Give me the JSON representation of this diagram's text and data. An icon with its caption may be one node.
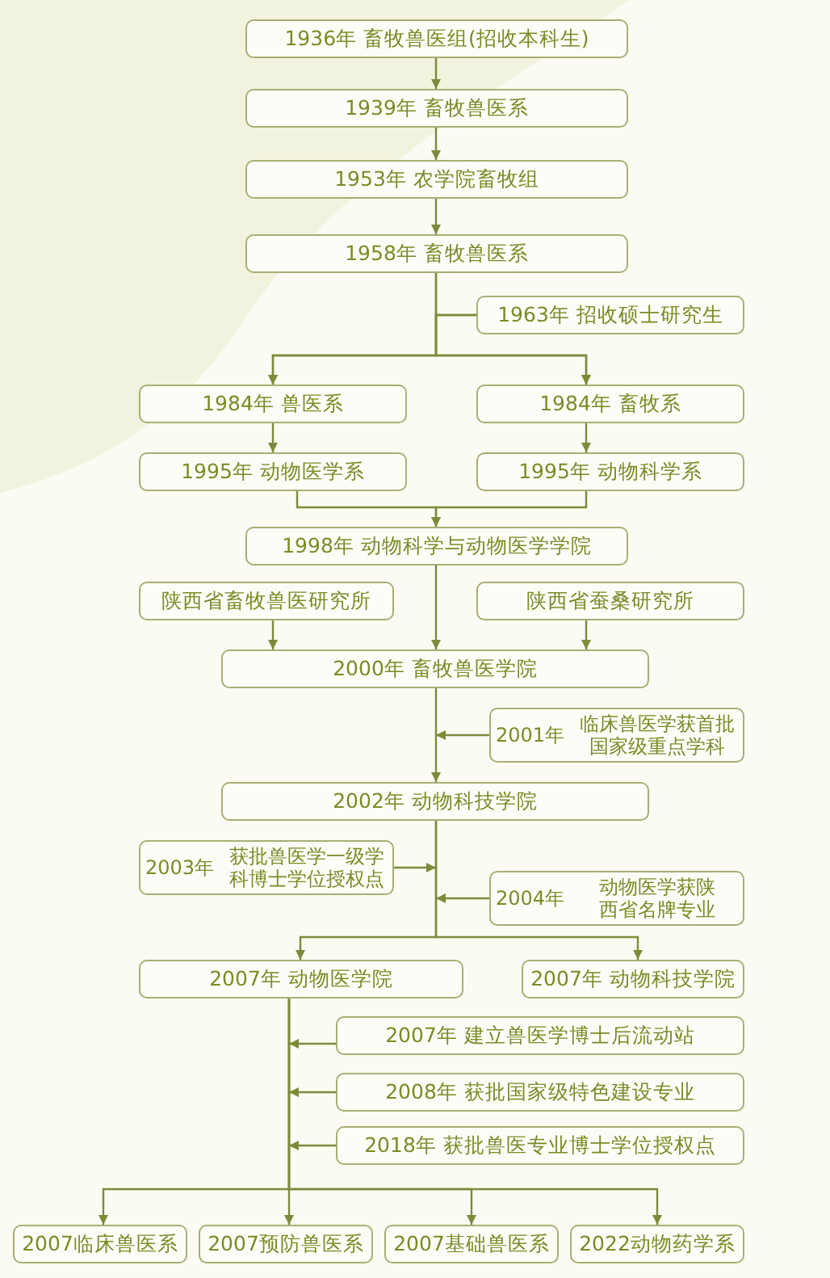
{
  "diagram": {
    "nodes": [
      {
        "text": [
          "1936年 畜牧兽医组(招收本科生)"
        ]
      },
      {
        "text": [
          "1939年 畜牧兽医系"
        ]
      },
      {
        "text": [
          "1953年 农学院畜牧组"
        ]
      },
      {
        "text": [
          "1958年 畜牧兽医系"
        ]
      },
      {
        "text": [
          "1963年 招收硕士研究生"
        ]
      },
      {
        "text": [
          "1984年 兽医系"
        ]
      },
      {
        "text": [
          "1984年 畜牧系"
        ]
      },
      {
        "text": [
          "1995年 动物医学系"
        ]
      },
      {
        "text": [
          "1995年 动物科学系"
        ]
      },
      {
        "text": [
          "1998年 动物科学与动物医学学院"
        ]
      },
      {
        "text": [
          "陕西省畜牧兽医研究所"
        ]
      },
      {
        "text": [
          "陕西省蚕桑研究所"
        ]
      },
      {
        "text": [
          "2000年 畜牧兽医学院"
        ]
      },
      {
        "text": [
          "2001年",
          "临床兽医学获首批国家级重点学科"
        ]
      },
      {
        "text": [
          "2002年 动物科技学院"
        ]
      },
      {
        "text": [
          "2003年",
          "获批兽医学一级学科博士学位授权点"
        ]
      },
      {
        "text": [
          "2004年",
          "动物医学获陕西省名牌专业"
        ]
      },
      {
        "text": [
          "2007年 动物医学院"
        ]
      },
      {
        "text": [
          "2007年 动物科技学院"
        ]
      },
      {
        "text": [
          "2007年 建立兽医学博士后流动站"
        ]
      },
      {
        "text": [
          "2008年 获批国家级特色建设专业"
        ]
      },
      {
        "text": [
          "2018年 获批兽医专业博士学位授权点"
        ]
      },
      {
        "text": [
          "2007临床兽医系"
        ]
      },
      {
        "text": [
          "2007预防兽医系"
        ]
      },
      {
        "text": [
          "2007基础兽医系"
        ]
      },
      {
        "text": [
          "2022动物药学系"
        ]
      }
    ],
    "edges": [
      {
        "from": 0,
        "to": 1,
        "arrow": "to"
      },
      {
        "from": 1,
        "to": 2,
        "arrow": "to"
      },
      {
        "from": 2,
        "to": 3,
        "arrow": "to"
      },
      {
        "from": 3,
        "to": 5,
        "arrow": "to"
      },
      {
        "from": 3,
        "to": 6,
        "arrow": "to"
      },
      {
        "from": 4,
        "to": 5,
        "arrow": "to"
      },
      {
        "from": 4,
        "to": 6,
        "arrow": "to"
      },
      {
        "from": 5,
        "to": 7,
        "arrow": "to"
      },
      {
        "from": 6,
        "to": 8,
        "arrow": "to"
      },
      {
        "from": 7,
        "to": 9,
        "arrow": "to"
      },
      {
        "from": 8,
        "to": 9,
        "arrow": "to"
      },
      {
        "from": 9,
        "to": 12,
        "arrow": "to"
      },
      {
        "from": 10,
        "to": 12,
        "arrow": "to"
      },
      {
        "from": 11,
        "to": 12,
        "arrow": "to"
      },
      {
        "from": 12,
        "to": 14,
        "arrow": "to"
      },
      {
        "from": 13,
        "to": null,
        "arrow": "to"
      },
      {
        "from": 15,
        "to": null,
        "arrow": "to"
      },
      {
        "from": 16,
        "to": null,
        "arrow": "to"
      },
      {
        "from": 14,
        "to": 17,
        "arrow": "to"
      },
      {
        "from": 14,
        "to": 18,
        "arrow": "to"
      },
      {
        "from": 17,
        "to": 22,
        "arrow": "to"
      },
      {
        "from": 17,
        "to": 23,
        "arrow": "to"
      },
      {
        "from": 17,
        "to": 24,
        "arrow": "to"
      },
      {
        "from": 17,
        "to": 25,
        "arrow": "to"
      },
      {
        "from": 19,
        "to": null,
        "arrow": "to"
      },
      {
        "from": 20,
        "to": null,
        "arrow": "to"
      },
      {
        "from": 21,
        "to": null,
        "arrow": "to"
      }
    ]
  }
}
